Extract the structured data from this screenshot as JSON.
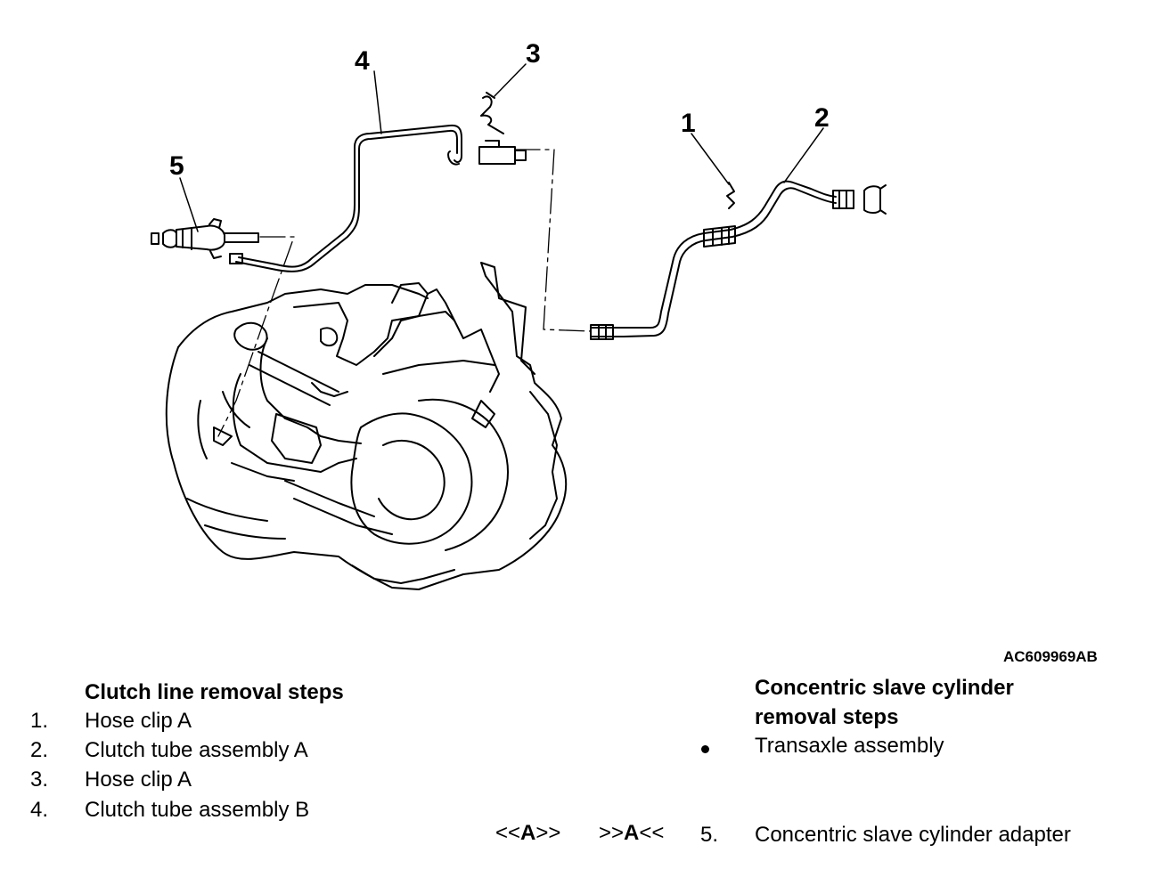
{
  "figure_id": "AC609969AB",
  "callouts": [
    "1",
    "2",
    "3",
    "4",
    "5"
  ],
  "clutch_line": {
    "heading": "Clutch line removal steps",
    "steps": [
      {
        "num": "1.",
        "label": "Hose clip A"
      },
      {
        "num": "2.",
        "label": "Clutch tube assembly A"
      },
      {
        "num": "3.",
        "label": "Hose clip A"
      },
      {
        "num": "4.",
        "label": "Clutch tube assembly B"
      }
    ]
  },
  "slave_cylinder": {
    "heading_line1": "Concentric slave cylinder",
    "heading_line2": "removal steps",
    "bullet_item": "Transaxle assembly",
    "removal_ref_pre": "<<",
    "removal_ref_letter": "A",
    "removal_ref_post": ">>",
    "install_ref_pre": ">>",
    "install_ref_letter": "A",
    "install_ref_post": "<<",
    "step_num": "5.",
    "step_label": "Concentric slave cylinder adapter"
  }
}
